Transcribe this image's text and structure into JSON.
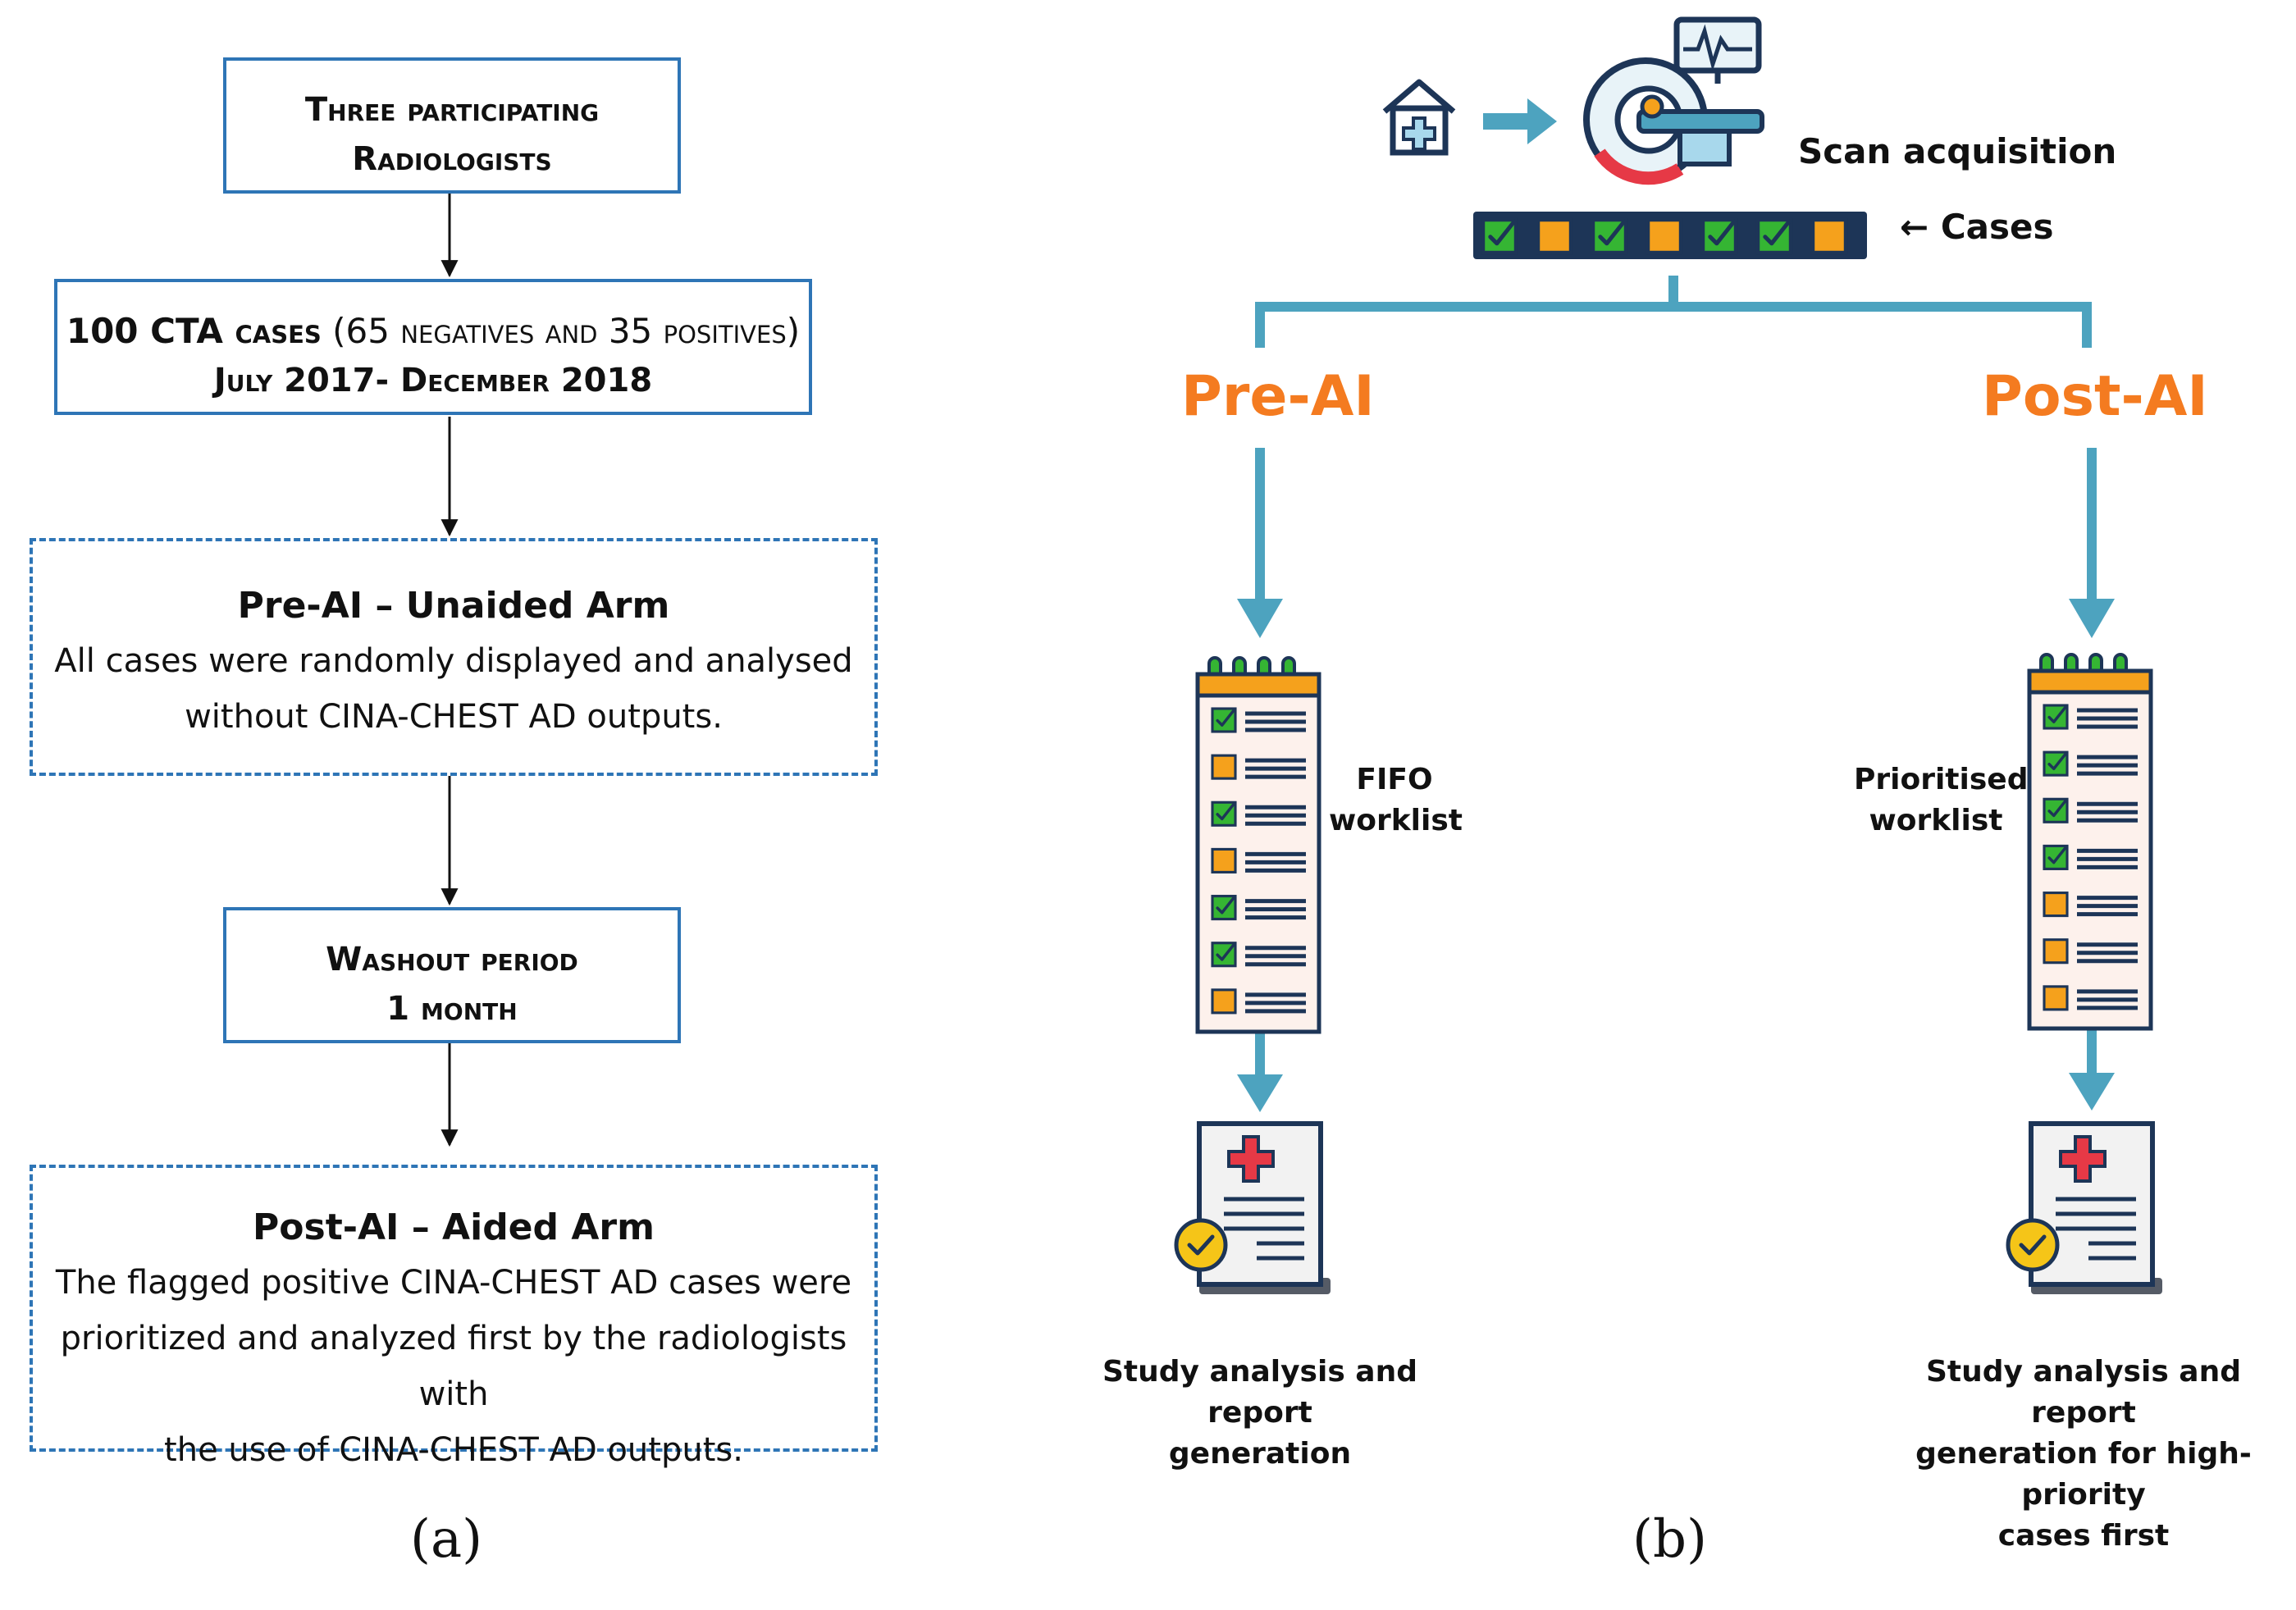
{
  "panel_a": {
    "box1": {
      "line1": "Three participating",
      "line2": "Radiologists"
    },
    "box2": {
      "bold1": "100 CTA cases",
      "normal1": " (65 negatives and 35 positives)",
      "line2": "July 2017- December 2018"
    },
    "box3": {
      "title": "Pre-AI – Unaided Arm",
      "line1": "All cases were randomly displayed and analysed",
      "line2": "without CINA-CHEST AD outputs."
    },
    "box4": {
      "line1": "Washout period",
      "line2": "1 month"
    },
    "box5": {
      "title": "Post-AI – Aided Arm",
      "line1": "The flagged positive CINA-CHEST AD cases were",
      "line2": "prioritized and analyzed first by the radiologists with",
      "line3": "the use of CINA-CHEST AD outputs."
    },
    "label": "(a)"
  },
  "panel_b": {
    "scan_label": "Scan acquisition",
    "cases_label": "← Cases",
    "case_strip": [
      "check",
      "square",
      "check",
      "square",
      "check",
      "check",
      "square"
    ],
    "pre_ai": "Pre-AI",
    "post_ai": "Post-AI",
    "fifo_label_1": "FIFO",
    "fifo_label_2": "worklist",
    "fifo_items": [
      "check",
      "square",
      "check",
      "square",
      "check",
      "check",
      "square"
    ],
    "prio_label_1": "Prioritised",
    "prio_label_2": "worklist",
    "prio_items": [
      "check",
      "check",
      "check",
      "check",
      "square",
      "square",
      "square"
    ],
    "left_result_1": "Study analysis and report",
    "left_result_2": "generation",
    "right_result_1": "Study analysis and report",
    "right_result_2": "generation for high-priority",
    "right_result_3": "cases first",
    "label": "(b)"
  },
  "colors": {
    "box_border": "#2e75b6",
    "accent": "#f47b20",
    "flow": "#4da3bf",
    "check_green": "#35b533",
    "square_orange": "#f5a11c"
  }
}
